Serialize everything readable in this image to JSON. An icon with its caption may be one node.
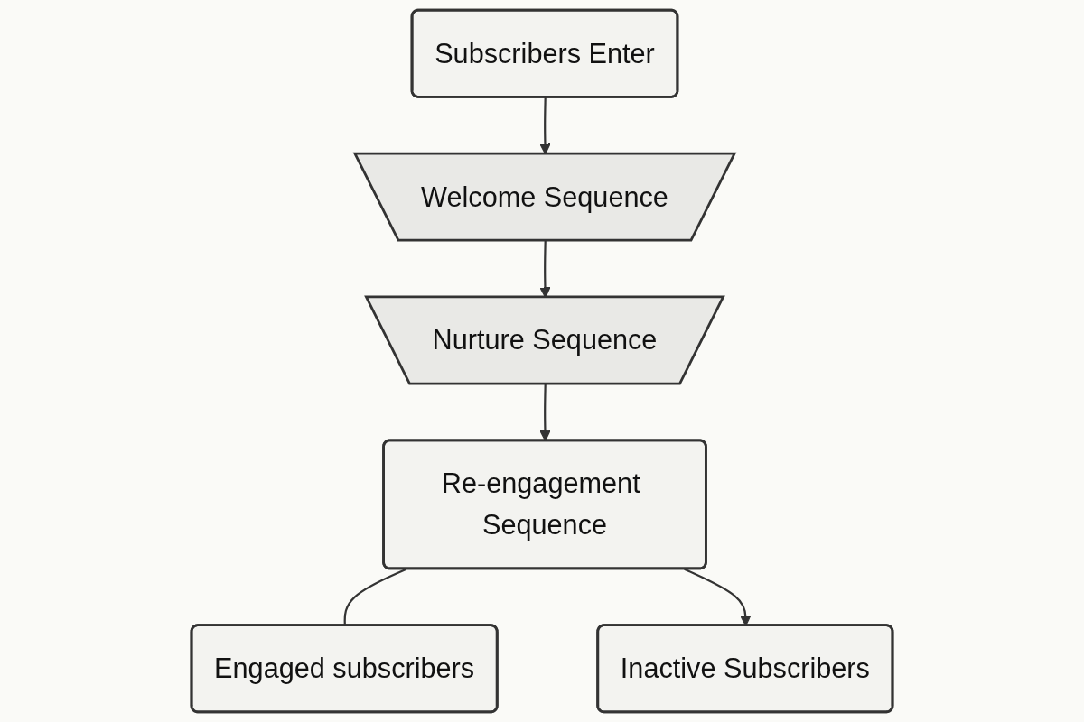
{
  "diagram": {
    "nodes": [
      {
        "text": [
          "Subscribers Enter"
        ]
      },
      {
        "text": [
          "Welcome Sequence"
        ]
      },
      {
        "text": [
          "Nurture Sequence"
        ]
      },
      {
        "text": [
          "Re-engagement Sequence"
        ]
      },
      {
        "text": [
          "Engaged subscribers"
        ]
      },
      {
        "text": [
          "Inactive Subscribers"
        ]
      }
    ],
    "edges": [
      {
        "from": 0,
        "to": 1,
        "arrow": "to"
      },
      {
        "from": 1,
        "to": 2,
        "arrow": "to"
      },
      {
        "from": 2,
        "to": 3,
        "arrow": "to"
      },
      {
        "from": 3,
        "to": 4,
        "arrow": "none"
      },
      {
        "from": 3,
        "to": 5,
        "arrow": "to"
      }
    ]
  }
}
